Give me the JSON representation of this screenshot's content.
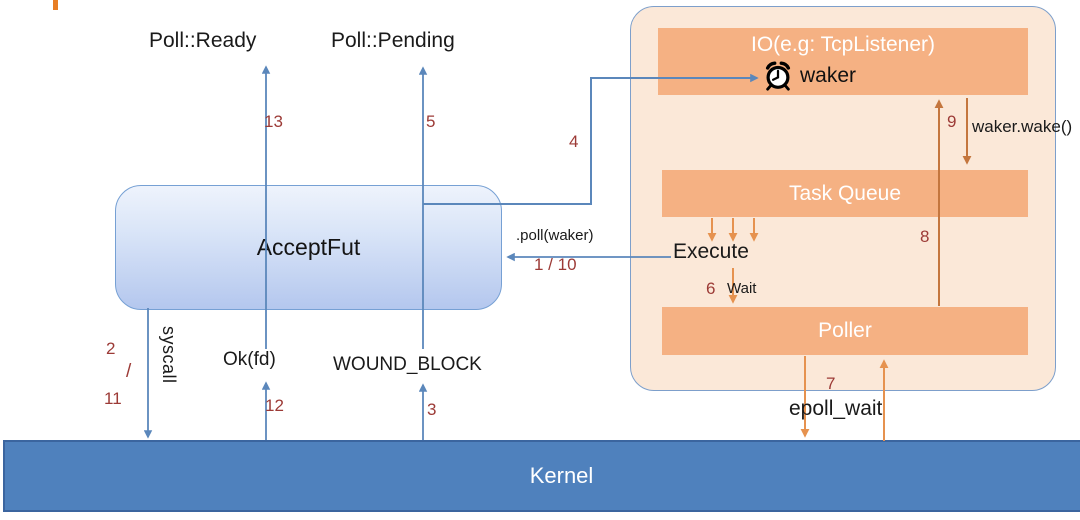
{
  "diagram": {
    "results": {
      "poll_ready": "Poll::Ready",
      "poll_pending": "Poll::Pending"
    },
    "accept_fut": {
      "label": "AcceptFut"
    },
    "runtime": {
      "io_box": {
        "title": "IO(e.g: TcpListener)",
        "waker_label": "waker",
        "icon": "alarm-clock-icon"
      },
      "task_queue": {
        "title": "Task Queue"
      },
      "poller": {
        "title": "Poller"
      }
    },
    "kernel": {
      "label": "Kernel"
    },
    "edges": {
      "n13": "13",
      "n5": "5",
      "n4": "4",
      "poll_call": ".poll(waker)",
      "n1_10": "1 / 10",
      "execute": "Execute",
      "n6": "6",
      "wait": "Wait",
      "n8": "8",
      "n9": "9",
      "waker_wake": "waker.wake()",
      "n2": "2",
      "slash": "/",
      "n11": "11",
      "syscall": "syscall",
      "ok_fd": "Ok(fd)",
      "n12": "12",
      "wound_block": "WOUND_BLOCK",
      "n3": "3",
      "n7": "7",
      "epoll_wait": "epoll_wait"
    },
    "colors": {
      "orange_box": "#f5b183",
      "container_fill": "#fbe8d8",
      "kernel_blue": "#4f81bd",
      "number_red": "#9c3a36",
      "line_blue": "#5b87bb",
      "arrow_orange": "#e6924f",
      "arrow_dark_orange": "#c4763e",
      "accent_tick": "#e87e24"
    }
  }
}
